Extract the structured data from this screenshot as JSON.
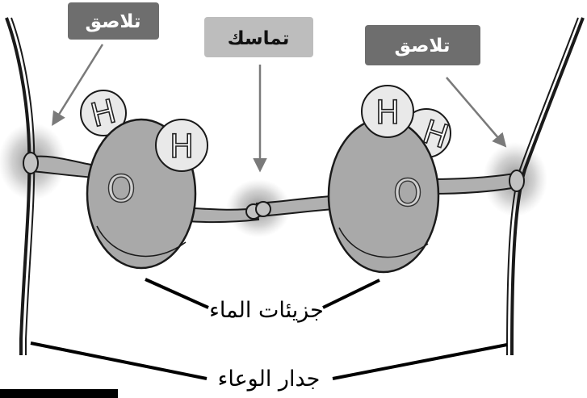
{
  "labels": {
    "adhesion_left": "تلاصق",
    "cohesion": "تماسك",
    "adhesion_right": "تلاصق"
  },
  "captions": {
    "water_molecules": "جزيئات الماء",
    "container_wall": "جدار الوعاء"
  },
  "atoms": {
    "hydrogen": "H",
    "oxygen": "O"
  },
  "colors": {
    "dark_label": "#6e6e6e",
    "light_label": "#bdbdbd",
    "molecule_body": "#a9a9a9",
    "hydrogen_fill": "#e9e9e9"
  }
}
